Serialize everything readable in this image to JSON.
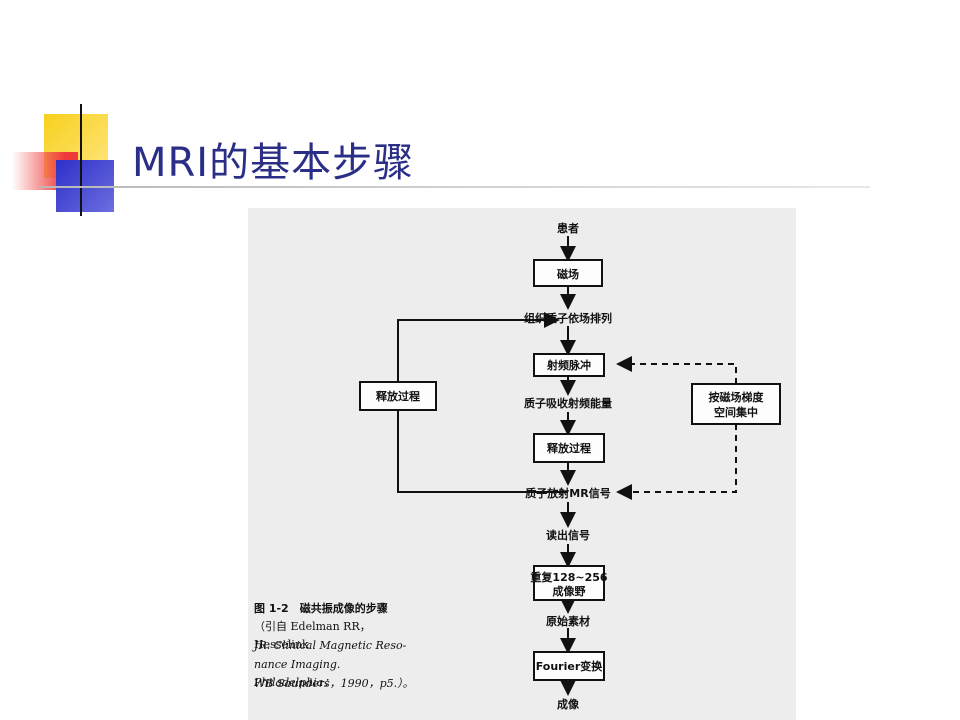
{
  "slide": {
    "title": "MRI的基本步骤"
  },
  "figure": {
    "nodes": {
      "patient": "患者",
      "magnetic_field": "磁场",
      "proton_alignment": "组织质子依场排列",
      "rf_pulse": "射频脉冲",
      "energy_absorption": "质子吸收射频能量",
      "relaxation": "释放过程",
      "mr_signal": "质子放射MR信号",
      "readout": "读出信号",
      "repeat": "重复128~256",
      "repeat_line2": "成像野",
      "raw_data": "原始素材",
      "fourier": "Fourier变换",
      "image": "成像",
      "relaxation_side": "释放过程",
      "gradient_line1": "按磁场梯度",
      "gradient_line2": "空间集中"
    },
    "caption": {
      "line1": "图 1-2　磁共振成像的步骤",
      "line2": "（引自 Edelman RR，Hesselink",
      "line3": "JR. Clinical Magnetic Reso-",
      "line4": "nance Imaging. Philadelphia：",
      "line5": "WB Saunders，1990，p5.）。"
    }
  }
}
